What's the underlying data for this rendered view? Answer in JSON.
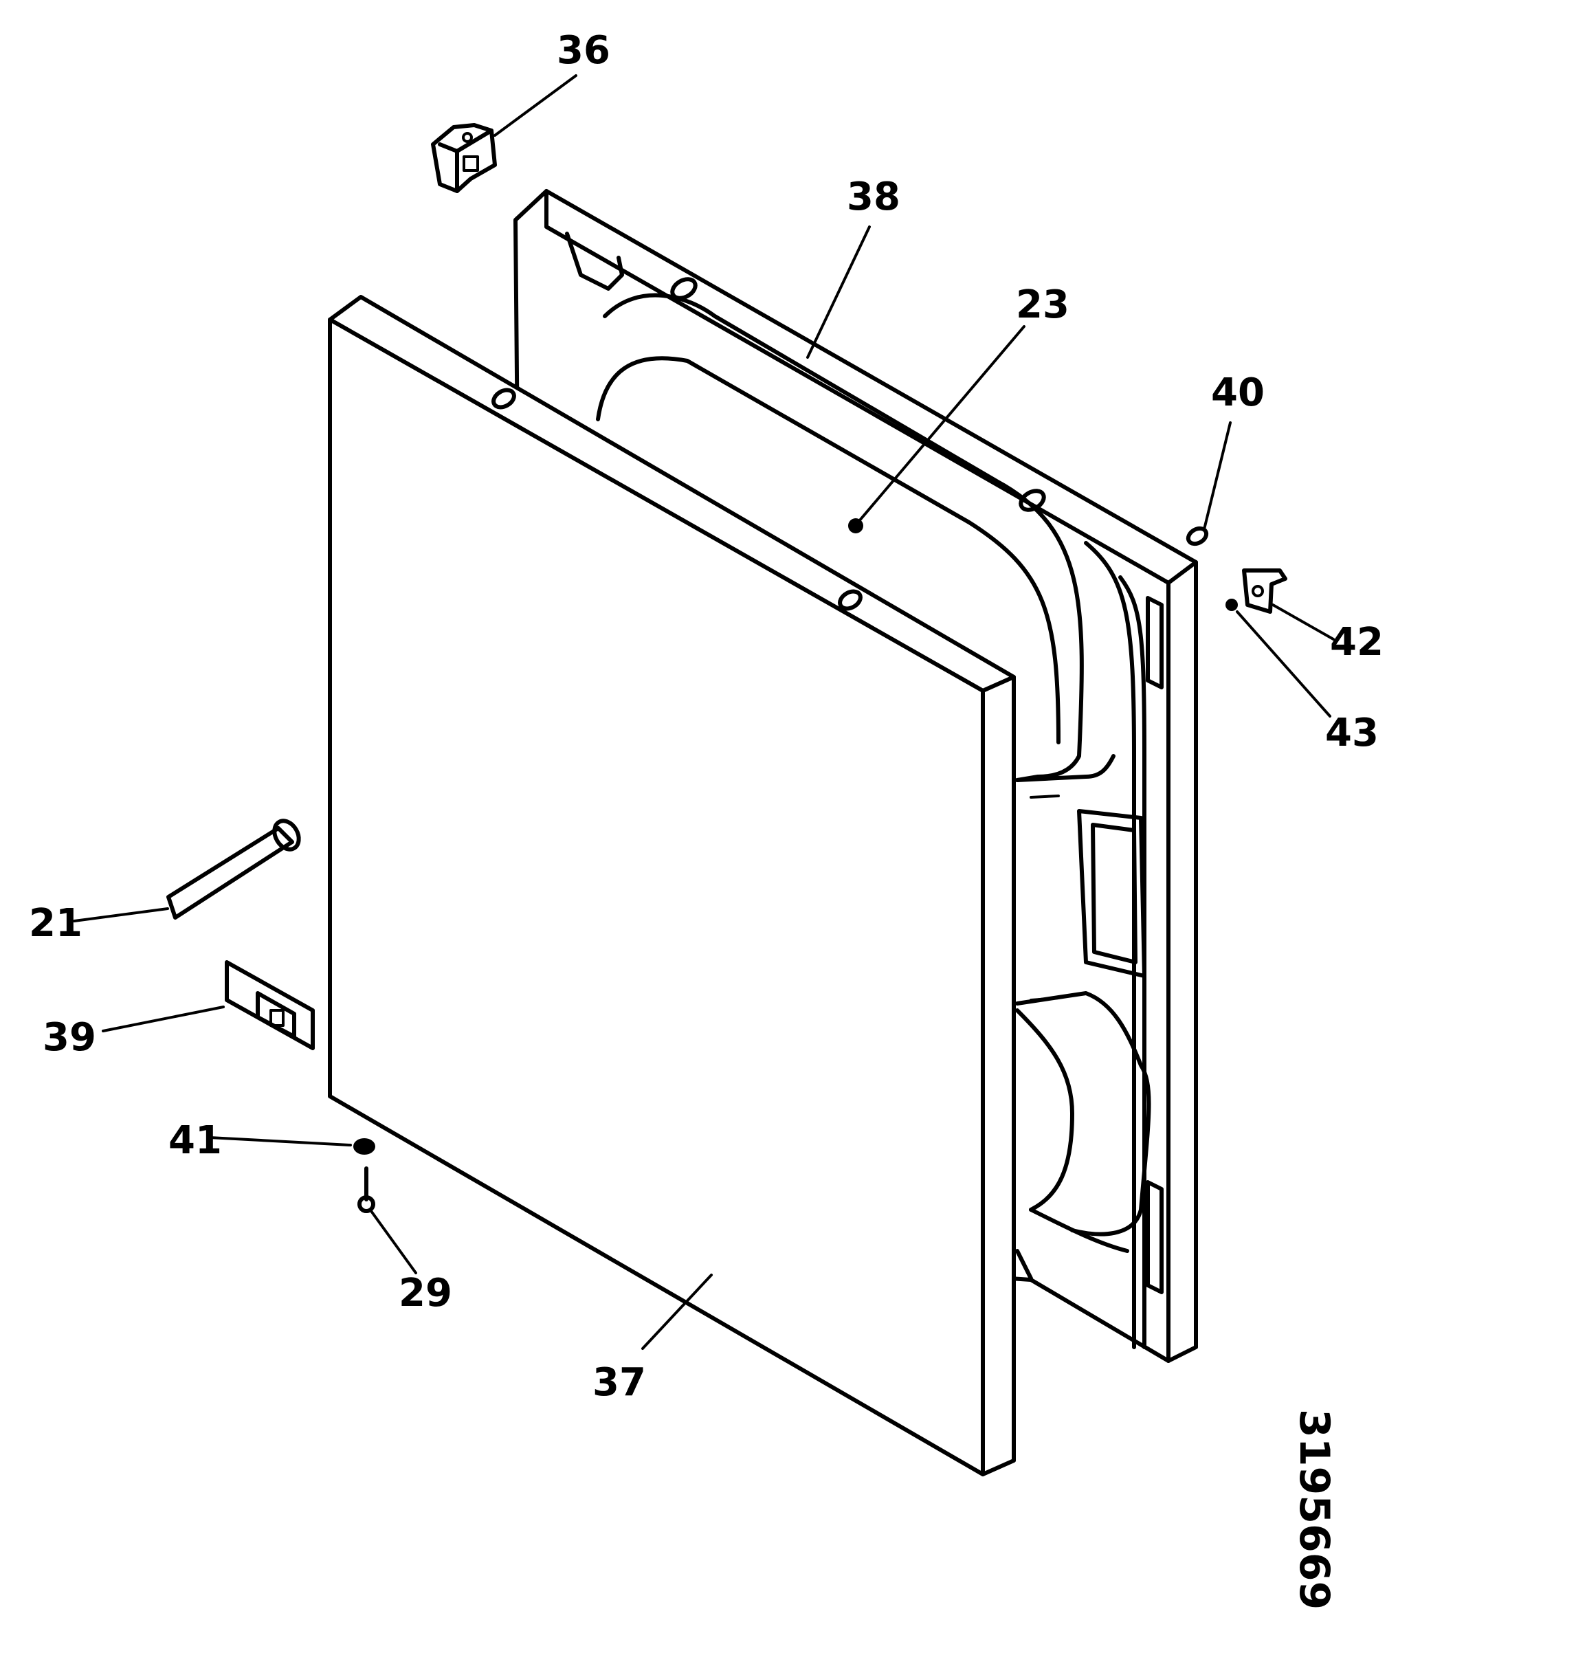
{
  "labels": {
    "l36": "36",
    "l38": "38",
    "l23": "23",
    "l40": "40",
    "l42": "42",
    "l43": "43",
    "l21": "21",
    "l39": "39",
    "l41": "41",
    "l29": "29",
    "l37": "37"
  },
  "drawing_code": "3195669"
}
